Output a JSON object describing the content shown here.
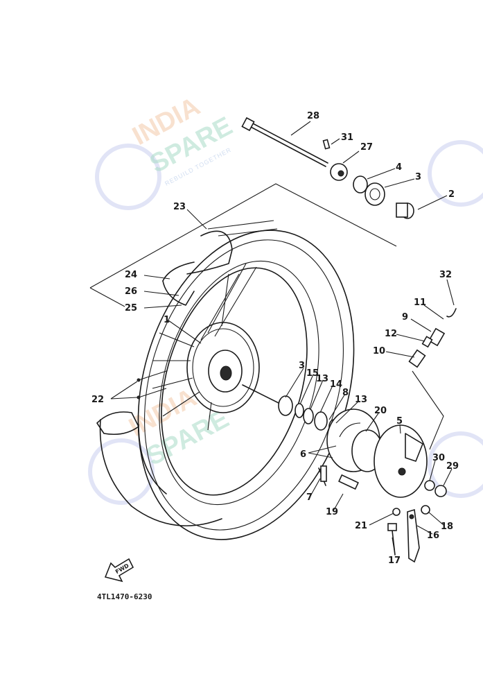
{
  "watermark": {
    "line1": "INDIA",
    "line2": "SPARE",
    "tagline": "REBUILD TOGETHER"
  },
  "part_labels": {
    "p1": "1",
    "p2": "2",
    "p3a": "3",
    "p3b": "3",
    "p4": "4",
    "p5": "5",
    "p6": "6",
    "p7": "7",
    "p8": "8",
    "p9": "9",
    "p10": "10",
    "p11": "11",
    "p12": "12",
    "p13a": "13",
    "p13b": "13",
    "p14": "14",
    "p15": "15",
    "p16": "16",
    "p17": "17",
    "p18": "18",
    "p19": "19",
    "p20": "20",
    "p21": "21",
    "p22": "22",
    "p23": "23",
    "p24": "24",
    "p25": "25",
    "p26": "26",
    "p27": "27",
    "p28": "28",
    "p29": "29",
    "p30": "30",
    "p31": "31",
    "p32": "32"
  },
  "direction_arrow": "FWD",
  "diagram_code": "4TL1470-6230"
}
